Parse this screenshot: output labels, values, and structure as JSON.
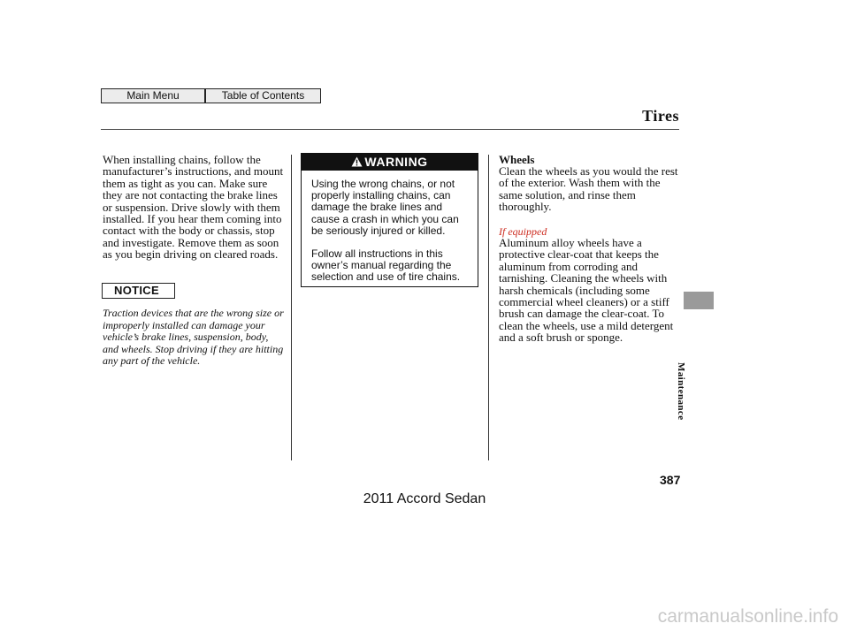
{
  "nav": {
    "main_menu": "Main Menu",
    "table_of_contents": "Table of Contents"
  },
  "header": {
    "section_title": "Tires"
  },
  "left_column": {
    "paragraph": "When installing chains, follow the manufacturer’s instructions, and mount them as tight as you can. Make sure they are not contacting the brake lines or suspension. Drive slowly with them installed. If you hear them coming into contact with the body or chassis, stop and investigate. Remove them as soon as you begin driving on cleared roads.",
    "notice_label": "NOTICE",
    "notice_text": "Traction devices that are the wrong size or improperly installed can damage your vehicle’s brake lines, suspension, body, and wheels. Stop driving if they are hitting any part of the vehicle."
  },
  "warning": {
    "header": "WARNING",
    "paragraph1": "Using the wrong chains, or not properly installing chains, can damage the brake lines and cause a crash in which you can be seriously injured or killed.",
    "paragraph2": "Follow all instructions in this owner’s manual regarding the selection and use of tire chains."
  },
  "right_column": {
    "heading": "Wheels",
    "paragraph1": "Clean the wheels as you would the rest of the exterior. Wash them with the same solution, and rinse them thoroughly.",
    "if_equipped": "If equipped",
    "paragraph2": "Aluminum alloy wheels have a protective clear-coat that keeps the aluminum from corroding and tarnishing. Cleaning the wheels with harsh chemicals (including some commercial wheel cleaners) or a stiff brush can damage the clear-coat. To clean the wheels, use a mild detergent and a soft brush or sponge."
  },
  "side": {
    "chapter_label": "Maintenance"
  },
  "footer": {
    "page_number": "387",
    "caption": "2011 Accord Sedan",
    "watermark": "carmanualsonline.info"
  },
  "colors": {
    "if_equipped_red": "#cc2a1e",
    "side_tab_gray": "#9a9a9a",
    "watermark_gray": "#c9c9c9"
  }
}
